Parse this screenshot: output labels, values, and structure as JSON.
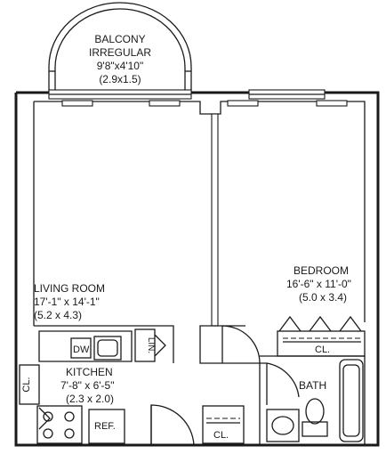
{
  "rooms": {
    "balcony": {
      "name_line1": "BALCONY",
      "name_line2": "IRREGULAR",
      "dim_imperial": "9'8\"x4'10\"",
      "dim_metric": "(2.9x1.5)"
    },
    "living": {
      "name": "LIVING ROOM",
      "dim_imperial": "17'-1\" x 14'-1\"",
      "dim_metric": "(5.2 x 4.3)"
    },
    "bedroom": {
      "name": "BEDROOM",
      "dim_imperial": "16'-6\" x 11'-0\"",
      "dim_metric": "(5.0 x 3.4)"
    },
    "kitchen": {
      "name": "KITCHEN",
      "dim_imperial": "7'-8\" x 6'-5\"",
      "dim_metric": "(2.3 x 2.0)"
    },
    "bath": {
      "name": "BATH"
    }
  },
  "fixtures": {
    "dishwasher": "DW",
    "refrigerator": "REF.",
    "linen": "LIN.",
    "closet_kitchen": "CL.",
    "closet_bedroom": "CL.",
    "closet_hall": "CL."
  }
}
